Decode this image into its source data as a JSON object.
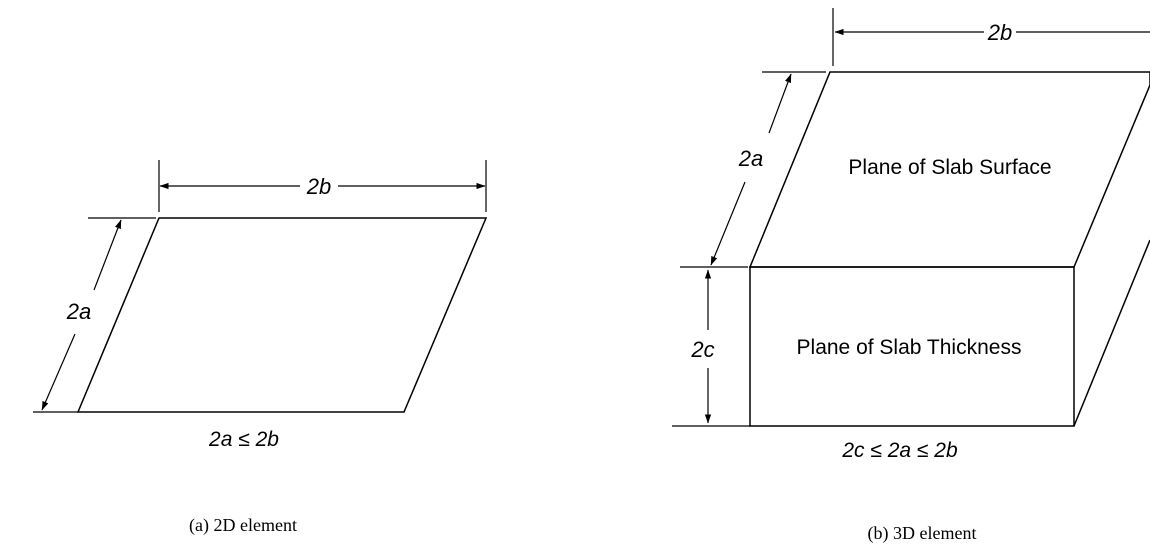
{
  "fig_a": {
    "width_label": "2b",
    "height_label": "2a",
    "condition": "2a ≤ 2b",
    "caption": "(a) 2D element"
  },
  "fig_b": {
    "width_label": "2b",
    "depth_label": "2a",
    "thickness_label": "2c",
    "top_face_label": "Plane of Slab Surface",
    "front_face_label": "Plane of Slab Thickness",
    "condition": "2c ≤ 2a ≤ 2b",
    "caption": "(b) 3D element"
  }
}
